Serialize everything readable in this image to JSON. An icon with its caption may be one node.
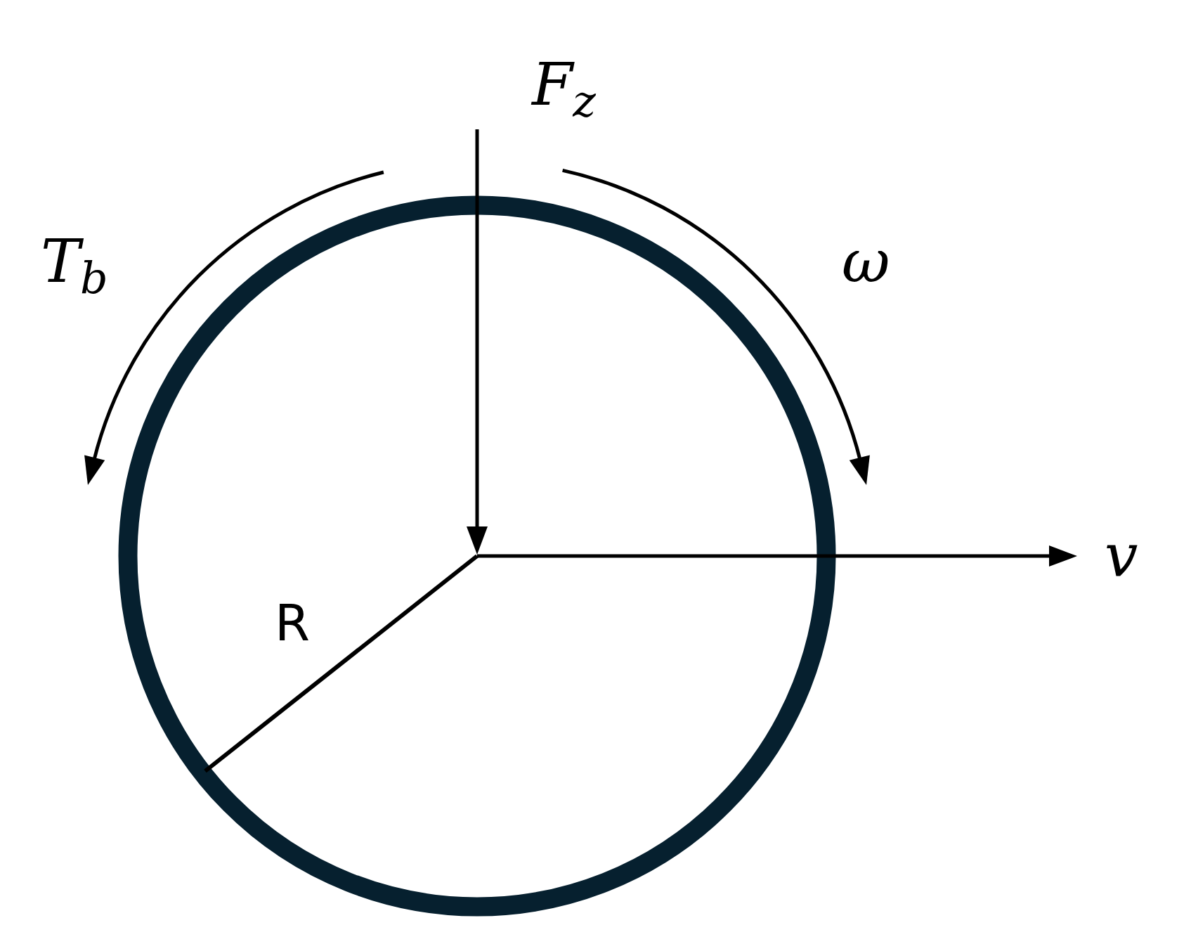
{
  "diagram": {
    "labels": [
      "*F*$_{z}$",
      "*T*$_{b}$",
      "ω",
      "v",
      "R"
    ]
  }
}
